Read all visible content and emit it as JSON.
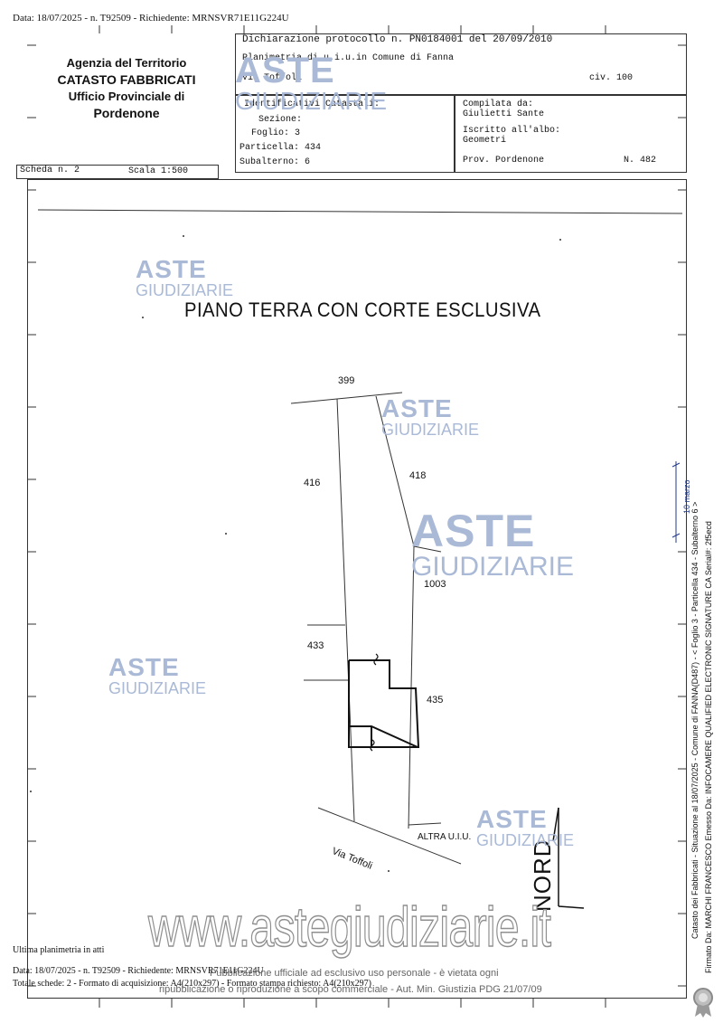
{
  "top_header": "Data: 18/07/2025 - n. T92509 - Richiedente: MRNSVR71E11G224U",
  "agency": {
    "line1": "Agenzia del Territorio",
    "line2": "CATASTO FABBRICATI",
    "line3": "Ufficio Provinciale di",
    "line4": "Pordenone"
  },
  "declaration": {
    "protocol": "Dichiarazione protocollo n. PN0184001 del  20/09/2010",
    "planimetry": "Planimetria di u.i.u.in Comune di Fanna",
    "street": "Via Toffoli",
    "civic": "civ. 100"
  },
  "identifiers": {
    "heading": "Identificativi Catastali:",
    "sezione": "Sezione:",
    "foglio": "Foglio: 3",
    "particella": "Particella: 434",
    "subalterno": "Subalterno: 6"
  },
  "compiled": {
    "by_label": "Compilata da:",
    "by_name": "Giulietti Sante",
    "albo_label": "Iscritto all'albo:",
    "albo_value": "Geometri",
    "prov": "Prov. Pordenone",
    "number": "N.   482"
  },
  "scheda": "Scheda n. 2",
  "scala": "Scala 1:500",
  "plan_title": "PIANO TERRA  CON CORTE ESCLUSIVA",
  "parcels": [
    "399",
    "416",
    "418",
    "1003",
    "433",
    "435"
  ],
  "altra_uiu": "ALTRA U.I.U.",
  "via_label": "Via Toffoli",
  "nord": "NORD",
  "side_mark": "10 marzo",
  "watermark": {
    "aste": "ASTE",
    "giudiziarie": "GIUDIZIARIE"
  },
  "website": "www.astegiudiziarie.it",
  "footer": {
    "ultima": "Ultima planimetria in atti",
    "data": "Data: 18/07/2025 - n. T92509 - Richiedente: MRNSVR71E11G224U",
    "totale": "Totale schede: 2 - Formato di acquisizione: A4(210x297)  - Formato stampa richiesto: A4(210x297)",
    "pub1": "Pubblicazione ufficiale ad esclusivo uso personale - è vietata ogni",
    "pub2": "ripubblicazione o riproduzione a scopo commerciale - Aut. Min. Giustizia PDG 21/07/09"
  },
  "side_text": {
    "catasto": "Catasto dei Fabbricati - Situazione al 18/07/2025 - Comune di FANNA(D487) - < Foglio 3 - Particella 434 - Subalterno 6 >",
    "firmato": "Firmato Da: MARCHI FRANCESCO Emesso Da: INFOCAMERE QUALIFIED ELECTRONIC SIGNATURE CA Serial#: 2f5ecd"
  }
}
